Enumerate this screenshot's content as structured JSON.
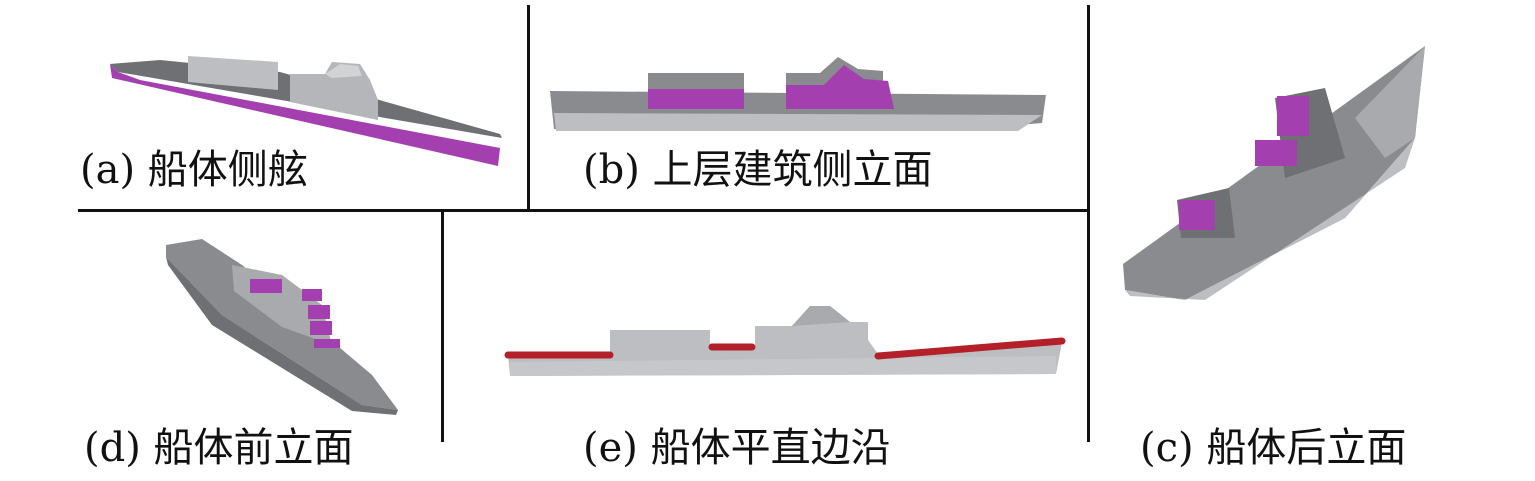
{
  "figure": {
    "panels": [
      {
        "id": "a",
        "caption": "(a) 船体侧舷"
      },
      {
        "id": "b",
        "caption": "(b) 上层建筑侧立面"
      },
      {
        "id": "c",
        "caption": "(c) 船体后立面"
      },
      {
        "id": "d",
        "caption": "(d) 船体前立面"
      },
      {
        "id": "e",
        "caption": "(e) 船体平直边沿"
      }
    ]
  },
  "colors": {
    "hull_gray": "#8a8b8f",
    "hull_dark": "#6f7074",
    "superstructure_light": "#bdbec1",
    "superstructure_mid": "#a9aaad",
    "highlight_magenta": "#a43fb0",
    "highlight_red": "#b3202a",
    "divider": "#111111"
  }
}
